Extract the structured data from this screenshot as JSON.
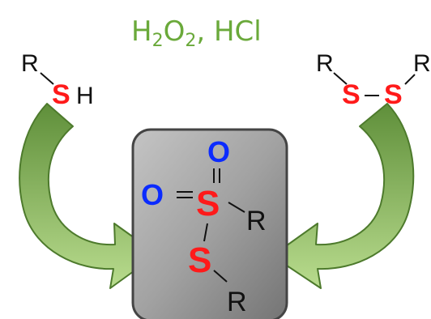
{
  "reagents": {
    "h": "H",
    "sub_2a": "2",
    "o": "O",
    "sub_2b": "2",
    "tail": ", HCl"
  },
  "thiol": {
    "r": "R",
    "s": "S",
    "h": "H"
  },
  "disulfide": {
    "r_left": "R",
    "s_left": "S",
    "s_right": "S",
    "r_right": "R"
  },
  "thiosulfonate": {
    "o_top": "O",
    "o_left": "O",
    "s_center": "S",
    "r_right": "R",
    "s_lower": "S",
    "r_lower": "R"
  },
  "colors": {
    "reagent_text": "#6aa93a",
    "arrow_fill_top": "#5f8f3a",
    "arrow_fill_bottom": "#b9dc8e",
    "arrow_stroke": "#4d7a2c",
    "sulfur": "#ff1a1a",
    "oxygen": "#0b2bff",
    "carbon_text": "#111111",
    "box_fill_light": "#b3b3b3",
    "box_fill_dark": "#7e7e7e",
    "box_stroke": "#444444"
  }
}
